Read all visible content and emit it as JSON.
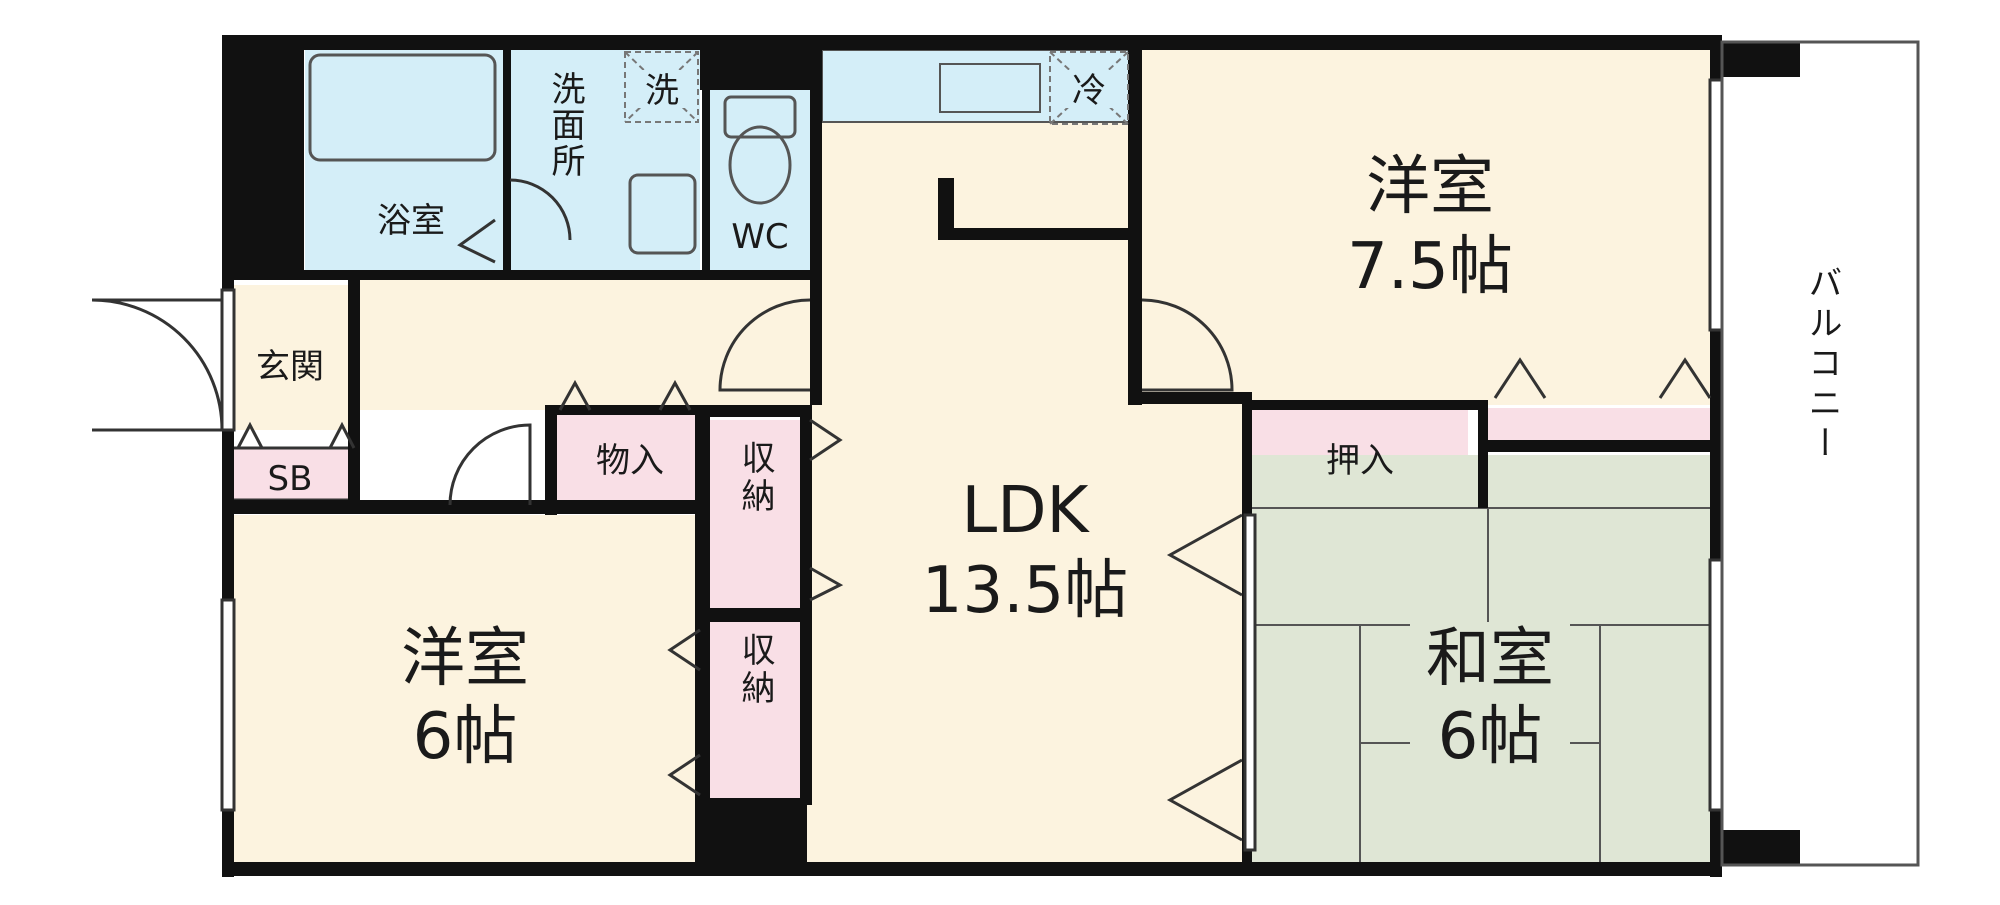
{
  "colors": {
    "wall": "#111111",
    "bath": "#d4eef8",
    "wet": "#d4eef8",
    "living": "#fcf3df",
    "storage": "#f9dfe6",
    "tatami": "#dfe6d5",
    "balcony": "#ffffff"
  },
  "rooms": {
    "bathroom": "浴室",
    "washroom": "洗面所",
    "washer": "洗",
    "fridge": "冷",
    "toilet": "WC",
    "entrance": "玄関",
    "shoebox": "SB",
    "storeroom": "物入",
    "closet_upper": "収納",
    "closet_lower": "収納",
    "oshiire": "押入",
    "western_large": {
      "name": "洋室",
      "size": "7.5帖"
    },
    "western_small": {
      "name": "洋室",
      "size": "6帖"
    },
    "ldk": {
      "name": "LDK",
      "size": "13.5帖"
    },
    "japanese": {
      "name": "和室",
      "size": "6帖"
    },
    "balcony": "バルコニー"
  }
}
